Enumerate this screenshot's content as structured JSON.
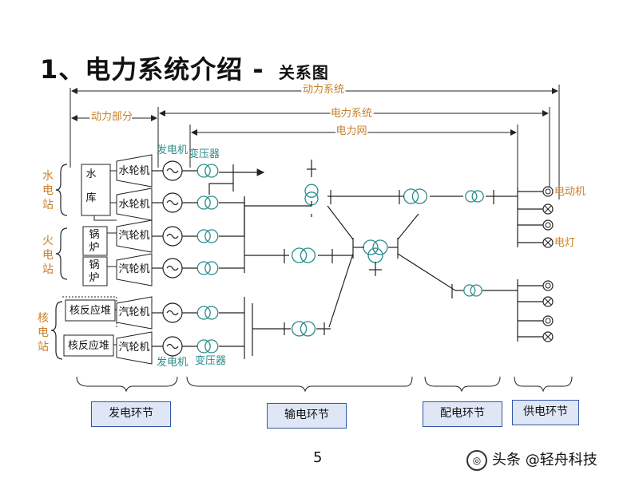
{
  "title": {
    "main": "1、电力系统介绍",
    "dash": " -",
    "sub": "关系图"
  },
  "spans": {
    "dongli_xitong": "动力系统",
    "dongli_bufen": "动力部分",
    "dianli_xitong": "电力系统",
    "dianli_wang": "电力网"
  },
  "stations": {
    "hydro": [
      "水",
      "电",
      "站"
    ],
    "thermal": [
      "火",
      "电",
      "站"
    ],
    "nuclear": [
      "核",
      "电",
      "站"
    ]
  },
  "equipment": {
    "reservoir_1": "水",
    "reservoir_2": "库",
    "hydro_turbine": "水轮机",
    "boiler_1": "锅",
    "boiler_2": "炉",
    "steam_turbine": "汽轮机",
    "reactor": "核反应堆"
  },
  "labels": {
    "generator": "发电机",
    "transformer": "变压器",
    "motor": "电动机",
    "lamp": "电灯"
  },
  "sections": {
    "generation": "发电环节",
    "transmission": "输电环节",
    "distribution": "配电环节",
    "supply": "供电环节"
  },
  "page_number": "5",
  "watermark": "头条 @轻舟科技",
  "colors": {
    "line": "#222222",
    "orange_text": "#c8812a",
    "teal_text": "#2a8c8c",
    "transformer": "#2a8c8c",
    "box_fill": "#dfe6f6",
    "box_border": "#3355aa"
  }
}
